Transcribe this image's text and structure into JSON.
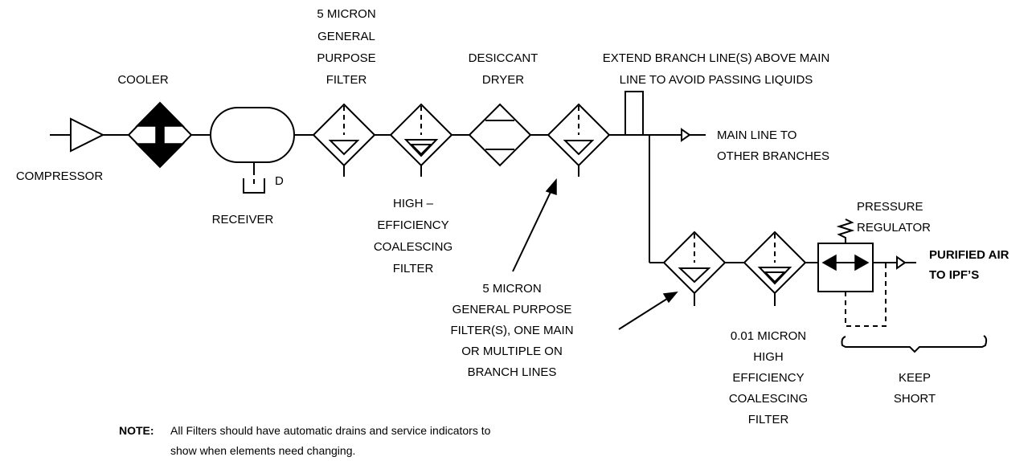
{
  "labels": {
    "compressor": "COMPRESSOR",
    "cooler": "COOLER",
    "receiver": "RECEIVER",
    "drain": "D",
    "gp_filter": [
      "5 MICRON",
      "GENERAL",
      "PURPOSE",
      "FILTER"
    ],
    "he_filter": [
      "HIGH –",
      "EFFICIENCY",
      "COALESCING",
      "FILTER"
    ],
    "dryer": [
      "DESICCANT",
      "DRYER"
    ],
    "extend_branch": [
      "EXTEND BRANCH LINE(S) ABOVE MAIN",
      "LINE TO AVOID PASSING LIQUIDS"
    ],
    "main_line": [
      "MAIN LINE TO",
      "OTHER BRANCHES"
    ],
    "branch_filters": [
      "5 MICRON",
      "GENERAL PURPOSE",
      "FILTER(S), ONE MAIN",
      "OR MULTIPLE ON",
      "BRANCH LINES"
    ],
    "pressure_regulator": [
      "PRESSURE",
      "REGULATOR"
    ],
    "purified_air": [
      "PURIFIED AIR",
      "TO IPF’S"
    ],
    "fine_filter": [
      "0.01 MICRON",
      "HIGH",
      "EFFICIENCY",
      "COALESCING",
      "FILTER"
    ],
    "keep_short": [
      "KEEP",
      "SHORT"
    ]
  },
  "note": {
    "heading": "NOTE:",
    "lines": [
      "All Filters should have automatic drains and service indicators to",
      "show when elements need changing."
    ]
  }
}
